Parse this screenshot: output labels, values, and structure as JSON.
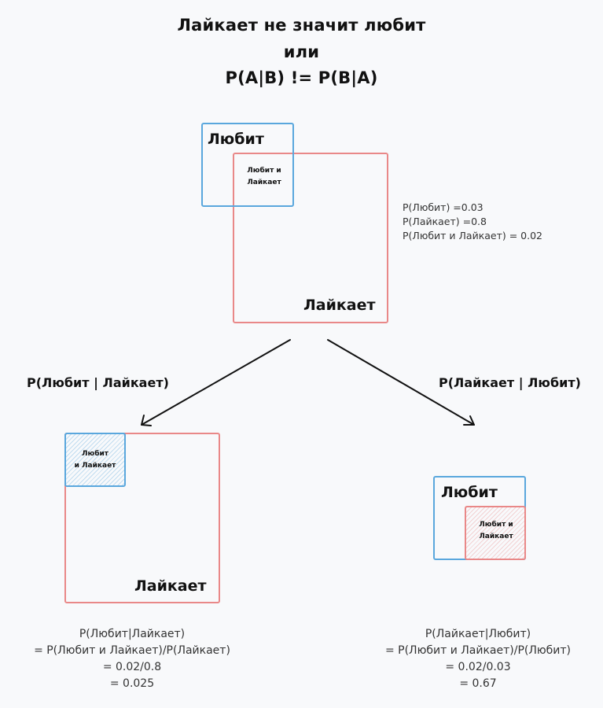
{
  "title": {
    "line1": "Лайкает не значит любит",
    "line2": "или",
    "line3": "P(A|B) != P(B|A)"
  },
  "top_diagram": {
    "loves_label": "Любит",
    "likes_label": "Лайкает",
    "overlap_label": "Любит и\nЛайкает"
  },
  "probabilities": {
    "p_loves": "P(Любит) =0.03",
    "p_likes": "P(Лайкает) =0.8",
    "p_both": "P(Любит и Лайкает) = 0.02"
  },
  "branch_labels": {
    "left": "P(Любит | Лайкает)",
    "right": "P(Лайкает | Любит)"
  },
  "left_diagram": {
    "overlap_label": "Любит\nи Лайкает",
    "likes_label": "Лайкает"
  },
  "right_diagram": {
    "loves_label": "Любит",
    "overlap_label": "Любит и\nЛайкает"
  },
  "left_formula": {
    "line1": "P(Любит|Лайкает)",
    "line2": "= P(Любит и Лайкает)/P(Лайкает)",
    "line3": "= 0.02/0.8",
    "line4": "= 0.025"
  },
  "right_formula": {
    "line1": "P(Лайкает|Любит)",
    "line2": "= P(Любит и Лайкает)/P(Любит)",
    "line3": "= 0.02/0.03",
    "line4": "= 0.67"
  },
  "colors": {
    "loves": "#5aa7dd",
    "likes": "#e98888",
    "arrow": "#111111"
  }
}
